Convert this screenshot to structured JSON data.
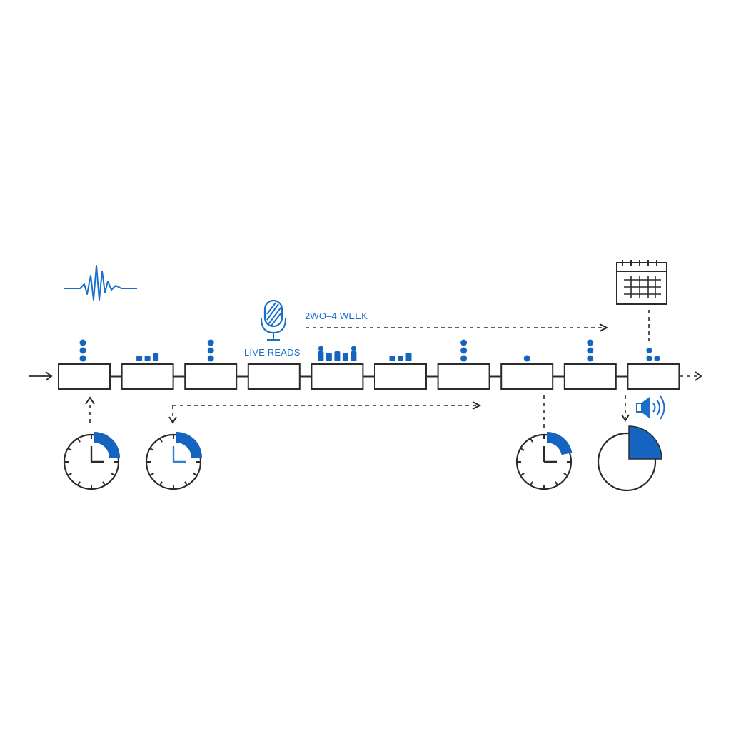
{
  "labels": {
    "live_reads": "LIVE READS",
    "duration": "2WO–4 WEEK"
  },
  "timeline": {
    "slot_count": 10,
    "markers": [
      {
        "slot": 1,
        "kind": "dots",
        "count": 3
      },
      {
        "slot": 2,
        "kind": "bars",
        "count": 3
      },
      {
        "slot": 3,
        "kind": "dots",
        "count": 3
      },
      {
        "slot": 4,
        "kind": "none",
        "count": 0
      },
      {
        "slot": 5,
        "kind": "bars",
        "count": 5
      },
      {
        "slot": 6,
        "kind": "bars",
        "count": 3
      },
      {
        "slot": 7,
        "kind": "dots",
        "count": 3
      },
      {
        "slot": 8,
        "kind": "dots",
        "count": 1
      },
      {
        "slot": 9,
        "kind": "dots",
        "count": 3
      },
      {
        "slot": 10,
        "kind": "pair",
        "count": 2
      }
    ]
  },
  "clocks": [
    {
      "name": "clock-1",
      "fill_fraction": 0.25
    },
    {
      "name": "clock-2",
      "fill_fraction": 0.25
    },
    {
      "name": "clock-3",
      "fill_fraction": 0.22
    },
    {
      "name": "clock-4",
      "fill_fraction": 0.25
    }
  ],
  "icons": {
    "waveform": "waveform-icon",
    "microphone": "microphone-icon",
    "calendar": "calendar-icon",
    "speaker": "speaker-icon"
  },
  "colors": {
    "accent": "#1565c0",
    "accent_light": "#2f80d8",
    "ink": "#2b2b2b"
  }
}
